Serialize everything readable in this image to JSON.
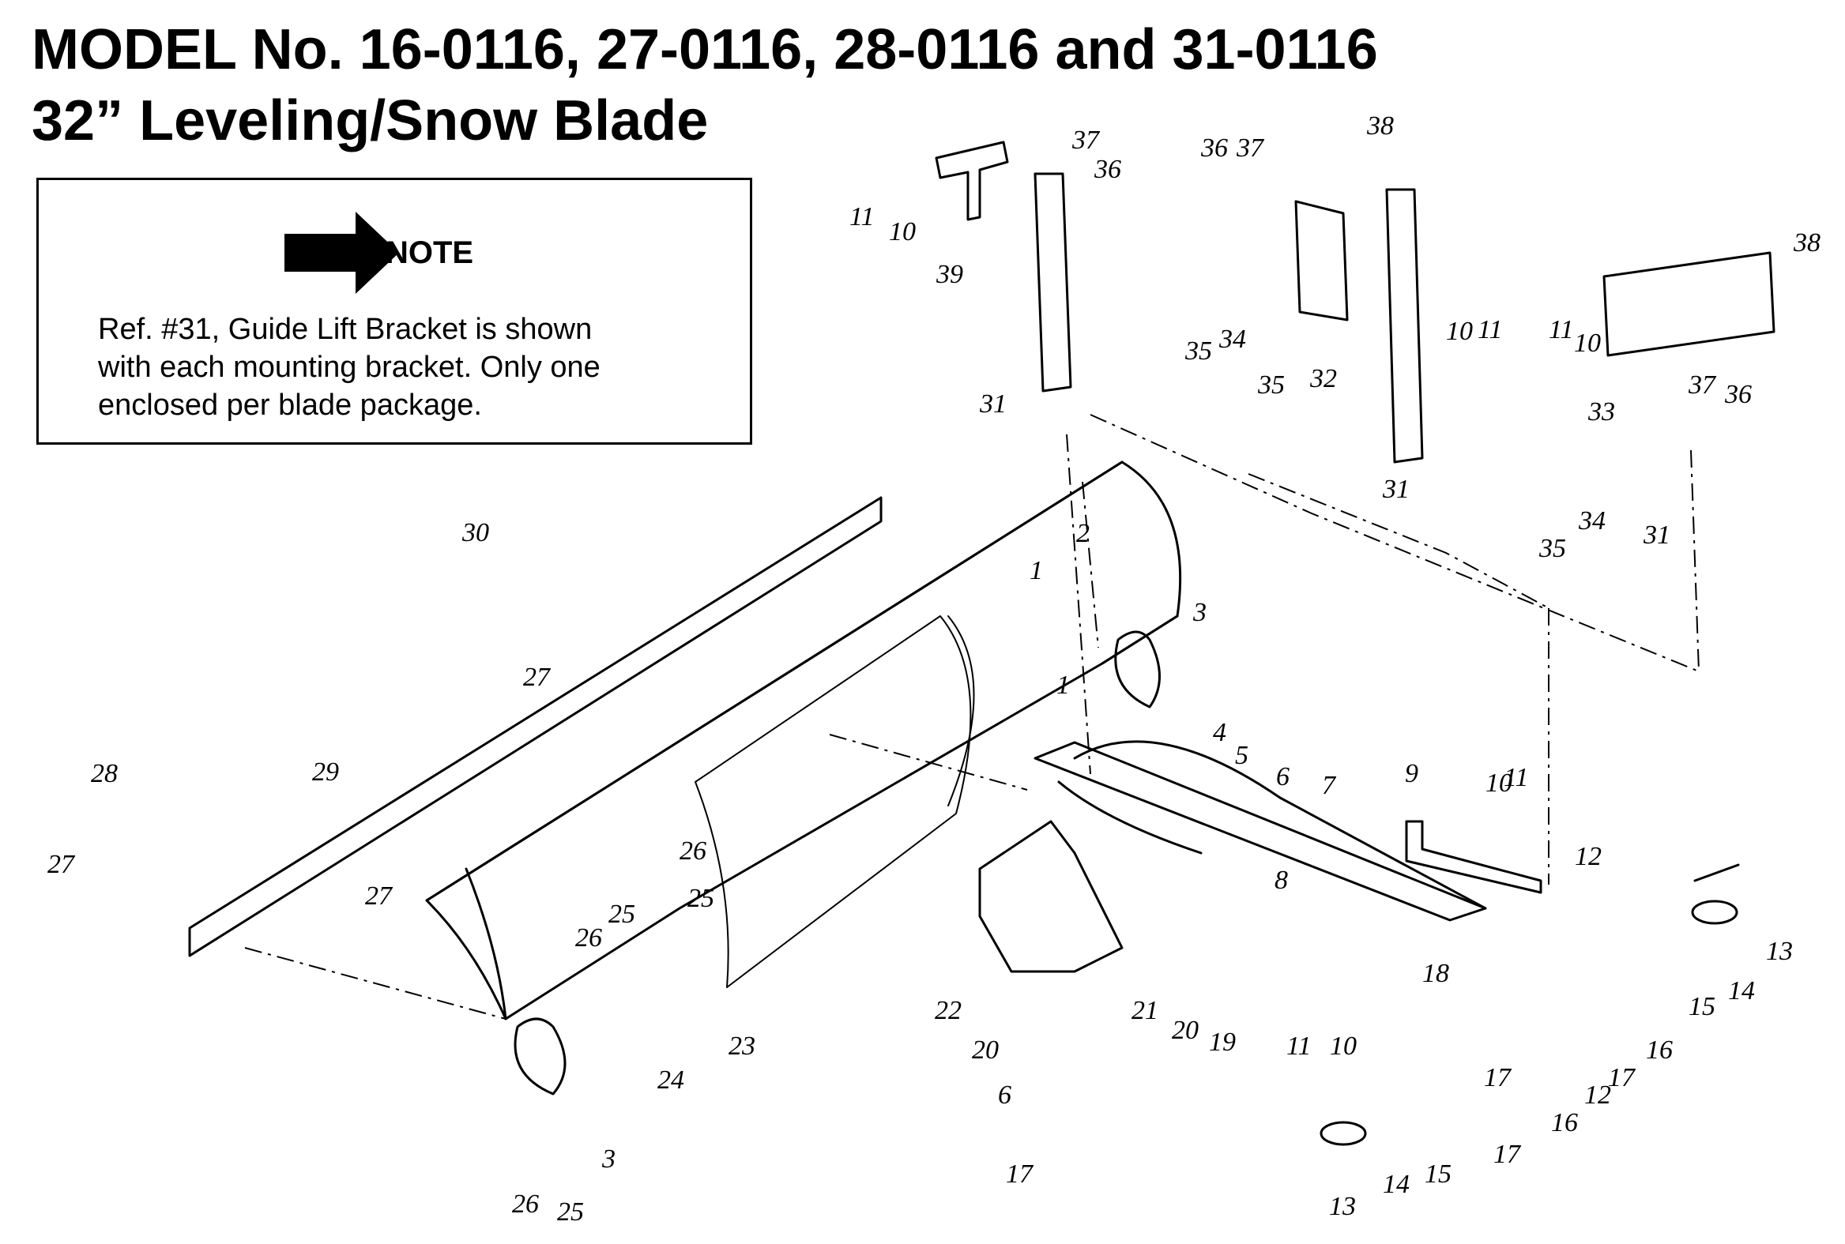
{
  "title": {
    "line1": "MODEL No. 16-0116, 27-0116, 28-0116 and 31-0116",
    "line2": "32” Leveling/Snow Blade"
  },
  "note": {
    "label": "NOTE",
    "lines": [
      "Ref. #31, Guide Lift Bracket is shown",
      "with each mounting bracket. Only one",
      "enclosed per blade package."
    ],
    "arrow_icon": "right-arrow-icon"
  },
  "part_labels": [
    {
      "text": "1"
    },
    {
      "text": "1"
    },
    {
      "text": "2"
    },
    {
      "text": "3"
    },
    {
      "text": "3"
    },
    {
      "text": "4"
    },
    {
      "text": "5"
    },
    {
      "text": "6"
    },
    {
      "text": "6"
    },
    {
      "text": "7"
    },
    {
      "text": "8"
    },
    {
      "text": "9"
    },
    {
      "text": "10"
    },
    {
      "text": "10"
    },
    {
      "text": "10"
    },
    {
      "text": "10"
    },
    {
      "text": "10"
    },
    {
      "text": "11"
    },
    {
      "text": "11"
    },
    {
      "text": "11"
    },
    {
      "text": "11"
    },
    {
      "text": "11"
    },
    {
      "text": "12"
    },
    {
      "text": "12"
    },
    {
      "text": "13"
    },
    {
      "text": "13"
    },
    {
      "text": "14"
    },
    {
      "text": "14"
    },
    {
      "text": "15"
    },
    {
      "text": "15"
    },
    {
      "text": "16"
    },
    {
      "text": "16"
    },
    {
      "text": "17"
    },
    {
      "text": "17"
    },
    {
      "text": "17"
    },
    {
      "text": "17"
    },
    {
      "text": "18"
    },
    {
      "text": "19"
    },
    {
      "text": "20"
    },
    {
      "text": "20"
    },
    {
      "text": "21"
    },
    {
      "text": "22"
    },
    {
      "text": "23"
    },
    {
      "text": "24"
    },
    {
      "text": "25"
    },
    {
      "text": "25"
    },
    {
      "text": "25"
    },
    {
      "text": "26"
    },
    {
      "text": "26"
    },
    {
      "text": "26"
    },
    {
      "text": "27"
    },
    {
      "text": "27"
    },
    {
      "text": "27"
    },
    {
      "text": "28"
    },
    {
      "text": "29"
    },
    {
      "text": "30"
    },
    {
      "text": "31"
    },
    {
      "text": "31"
    },
    {
      "text": "31"
    },
    {
      "text": "32"
    },
    {
      "text": "33"
    },
    {
      "text": "34"
    },
    {
      "text": "34"
    },
    {
      "text": "35"
    },
    {
      "text": "35"
    },
    {
      "text": "35"
    },
    {
      "text": "36"
    },
    {
      "text": "36"
    },
    {
      "text": "36"
    },
    {
      "text": "37"
    },
    {
      "text": "37"
    },
    {
      "text": "37"
    },
    {
      "text": "38"
    },
    {
      "text": "38"
    },
    {
      "text": "39"
    }
  ]
}
